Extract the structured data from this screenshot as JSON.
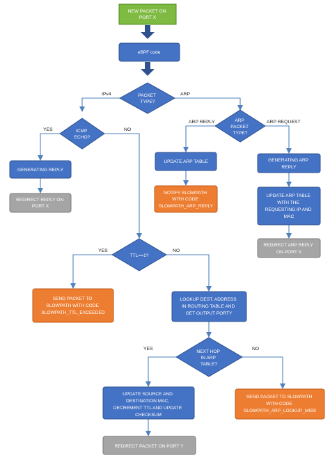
{
  "colors": {
    "process": "#4472c4",
    "process_stroke": "#2f528f",
    "start": "#7fba42",
    "start_stroke": "#4e8a1f",
    "slowpath": "#ed7d31",
    "slowpath_stroke": "#c05a17",
    "terminal": "#a5a5a5",
    "terminal_stroke": "#7a7a7a",
    "arrow": "#4f81bd"
  },
  "nodes": {
    "start": [
      "NEW PACKET ON",
      "PORT X"
    ],
    "ebpf": [
      "eBPF code"
    ],
    "packet_type": [
      "PACKET",
      "TYPE?"
    ],
    "icmp_echo": [
      "ICMP",
      "ECHO?"
    ],
    "arp_packet_type": [
      "ARP",
      "PACKET",
      "TYPE?"
    ],
    "gen_reply_icmp": [
      "GENERATING REPLY"
    ],
    "redirect_reply": [
      "REDIRECT REPLY ON",
      "PORT X"
    ],
    "update_arp_table": [
      "UPDATE ARP TABLE"
    ],
    "notify_slowpath": [
      "NOTIFY SLOWPATH",
      "WITH CODE",
      "SLOWPATH_ARP_REPLY"
    ],
    "gen_arp_reply": [
      "GENERATING ARP",
      "REPLY"
    ],
    "update_arp_req": [
      "UPDATE ARP TABLE",
      "WITH THE",
      "REQUESTING IP AND",
      "MAC"
    ],
    "redirect_arp_reply": [
      "REDIRECT ARP REPLY",
      "ON PORT X"
    ],
    "ttl": [
      "TTL==1?"
    ],
    "send_ttl": [
      "SEND PACKET TO",
      "SLOWPATH WITH CODE",
      "SLOWPATH_TTL_EXCEEDED"
    ],
    "lookup": [
      "LOOKUP DEST.  ADDRESS",
      "IN  ROUTING TABLE  AND",
      "GET OUTPUT  PORTY"
    ],
    "next_hop": [
      "NEXT HOP",
      "IN ARP",
      "TABLE?"
    ],
    "update_src": [
      "UPDATE SOURCE AND",
      "DESTINATION MAC,",
      "DECREMENT TTL  AND  UPDATE",
      "CHECKSUM"
    ],
    "send_lookup_miss": [
      "SEND PACKET TO  SLOWPATH",
      "WITH CODE",
      "SLOWPATH_ARP_LOOKUP_MISS"
    ],
    "redirect_port_y": [
      "REDIRECT PACKET ON PORT Y"
    ]
  },
  "edge_labels": {
    "ipv4": "IPv4",
    "arp": "ARP",
    "yes_icmp": "YES",
    "no_icmp": "NO",
    "arp_reply": "ARP REPLY",
    "arp_request": "ARP REQUEST",
    "yes_ttl": "YES",
    "no_ttl": "NO",
    "yes_hop": "YES",
    "no_hop": "NO"
  }
}
